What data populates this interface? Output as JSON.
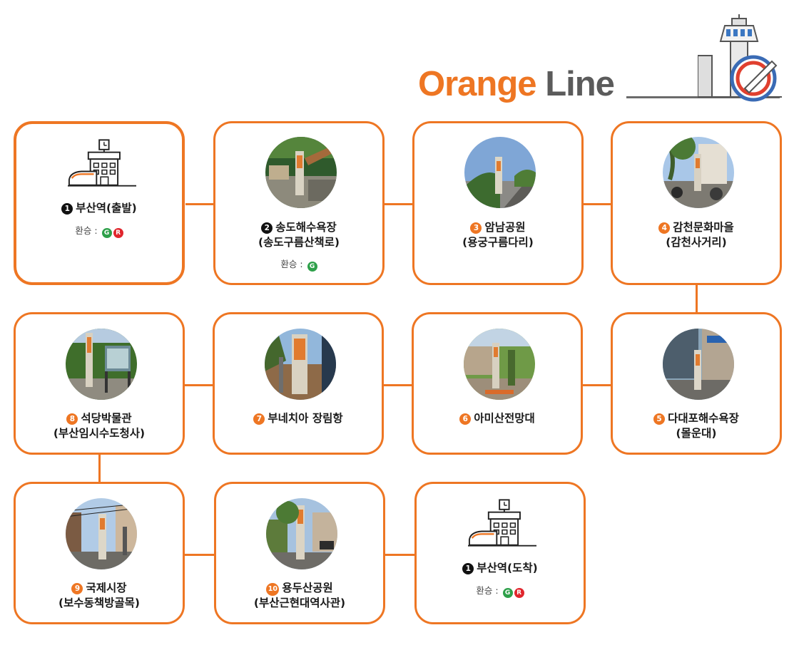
{
  "header": {
    "title_word1": "Orange",
    "title_word2": "Line",
    "accent_color": "#ee7623",
    "title_gray": "#5b5b5b",
    "icon": "watchtower-icon"
  },
  "transfer_label": "환승 :",
  "lines": {
    "g": "G",
    "r": "R"
  },
  "stops": [
    {
      "num": "1",
      "line1": "부산역(출발)",
      "line2": "",
      "image": "train-station-icon"
    },
    {
      "num": "2",
      "line1": "송도해수욕장",
      "line2": "(송도구름산책로)"
    },
    {
      "num": "3",
      "line1": "암남공원",
      "line2": "(용궁구름다리)"
    },
    {
      "num": "4",
      "line1": "감천문화마을",
      "line2": "(감천사거리)"
    },
    {
      "num": "5",
      "line1": "다대포해수욕장",
      "line2": "(몰운대)"
    },
    {
      "num": "6",
      "line1": "아미산전망대",
      "line2": ""
    },
    {
      "num": "7",
      "line1": "부네치아 장림항",
      "line2": ""
    },
    {
      "num": "8",
      "line1": "석당박물관",
      "line2": "(부산임시수도청사)"
    },
    {
      "num": "9",
      "line1": "국제시장",
      "line2": "(보수동책방골목)"
    },
    {
      "num": "10",
      "line1": "용두산공원",
      "line2": "(부산근현대역사관)"
    },
    {
      "num": "1",
      "line1": "부산역(도착)",
      "line2": "",
      "image": "train-station-icon"
    }
  ]
}
